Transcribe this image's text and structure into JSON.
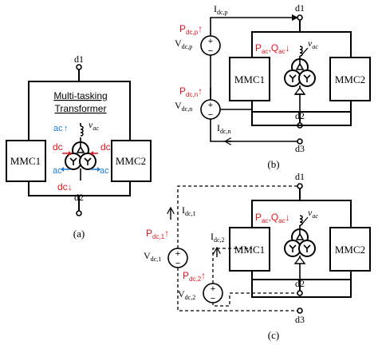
{
  "colors": {
    "line": "#000000",
    "red": "#e0141b",
    "blue": "#1d7bd6"
  },
  "panel_a": {
    "caption": "(a)",
    "node_top": "d1",
    "node_bottom": "d2",
    "box_left": "MMC1",
    "box_right": "MMC2",
    "transformer_title_1": "Multi-tasking",
    "transformer_title_2": "Transformer",
    "ac_top": "ac",
    "dc_left_top": "dc",
    "ac_left": "ac",
    "dc_right": "dc",
    "ac_right": "ac",
    "dc_bottom": "dc",
    "vac": "v",
    "vac_sub": "ac"
  },
  "panel_b": {
    "caption": "(b)",
    "node_top": "d1",
    "node_mid": "d2",
    "node_bottom": "d3",
    "box_left": "MMC1",
    "box_right": "MMC2",
    "idcp": "I",
    "idcp_sub": "dc,p",
    "idcn": "I",
    "idcn_sub": "dc,n",
    "pdcp": "P",
    "pdcp_sub": "dc,p",
    "pdcn": "P",
    "pdcn_sub": "dc,n",
    "vdcp": "V",
    "vdcp_sub": "dc,p",
    "vdcn": "V",
    "vdcn_sub": "dc,n",
    "pac": "P",
    "pac_sub": "ac",
    "qac": "Q",
    "qac_sub": "ac",
    "vac": "v",
    "vac_sub": "ac",
    "plus": "+",
    "minus": "−"
  },
  "panel_c": {
    "caption": "(c)",
    "node_top": "d1",
    "node_mid": "d2",
    "node_bottom": "d3",
    "box_left": "MMC1",
    "box_right": "MMC2",
    "idc1": "I",
    "idc1_sub": "dc,1",
    "idc2": "I",
    "idc2_sub": "dc,2",
    "pdc1": "P",
    "pdc1_sub": "dc,1",
    "pdc2": "P",
    "pdc2_sub": "dc,2",
    "vdc1": "V",
    "vdc1_sub": "dc,1",
    "vdc2": "V",
    "vdc2_sub": "dc,2",
    "pac": "P",
    "pac_sub": "ac",
    "qac": "Q",
    "qac_sub": "ac",
    "vac": "v",
    "vac_sub": "ac",
    "plus": "+",
    "minus": "−"
  }
}
